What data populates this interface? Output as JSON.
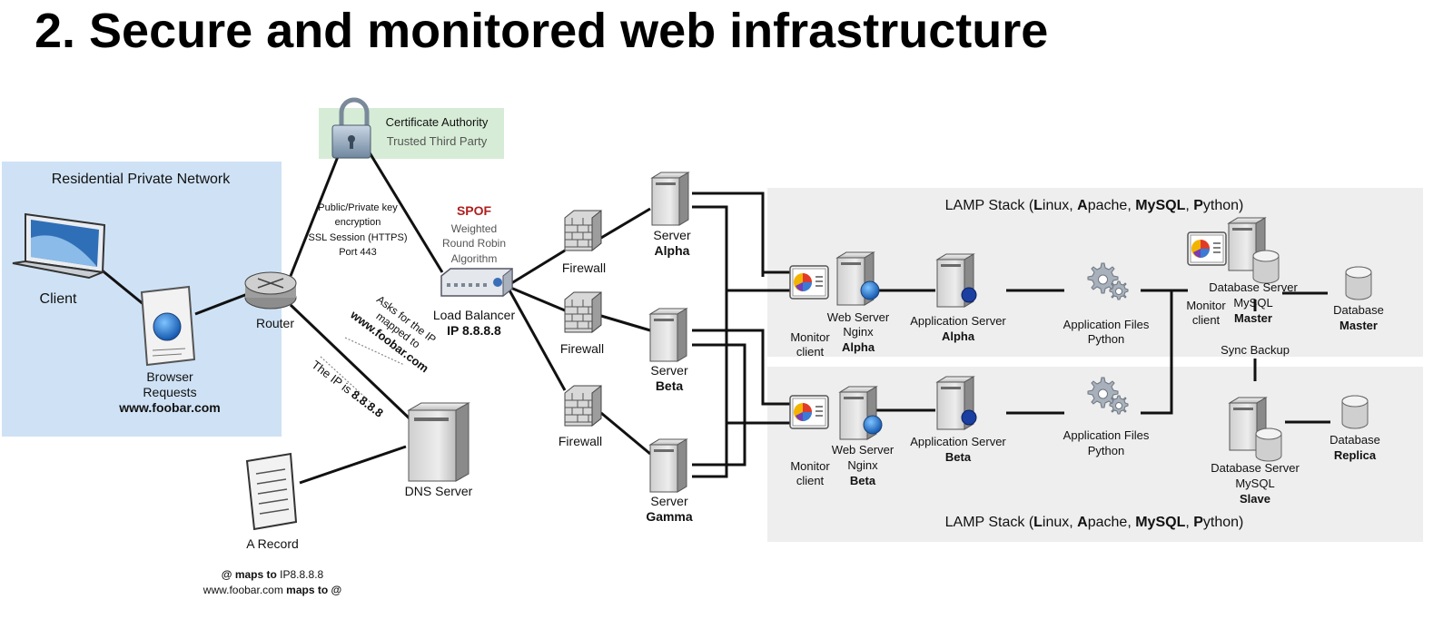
{
  "title": "2. Secure and monitored web infrastructure",
  "residential": {
    "label": "Residential Private Network",
    "client": "Client",
    "browser_line1": "Browser",
    "browser_line2": "Requests",
    "browser_line3": "www.foobar.com"
  },
  "router": "Router",
  "cert": {
    "line1": "Certificate Authority",
    "line2": "Trusted Third Party"
  },
  "ssl": {
    "line1": "Public/Private key",
    "line2": "encryption",
    "line3": "SSL Session (HTTPS)",
    "line4": "Port 443"
  },
  "dns_query": {
    "ask1": "Asks for the IP",
    "ask2": "mapped to",
    "ask3": "www.foobar.com",
    "reply_prefix": "The IP is ",
    "reply_ip": "8.8.8.8"
  },
  "dns_server": "DNS Server",
  "a_record": {
    "label": "A Record",
    "line1_bold": "@ maps to",
    "line1_rest": " IP8.8.8.8",
    "line2_rest": "www.foobar.com ",
    "line2_bold": "maps to @"
  },
  "load_balancer": {
    "spof": "SPOF",
    "algo1": "Weighted",
    "algo2": "Round Robin",
    "algo3": "Algorithm",
    "label": "Load Balancer",
    "ip": "IP 8.8.8.8"
  },
  "firewalls": [
    "Firewall",
    "Firewall",
    "Firewall"
  ],
  "servers": [
    {
      "line1": "Server",
      "line2": "Alpha"
    },
    {
      "line1": "Server",
      "line2": "Beta"
    },
    {
      "line1": "Server",
      "line2": "Gamma"
    }
  ],
  "lamp_top": {
    "prefix": "LAMP Stack (",
    "L": "L",
    "inux": "inux, ",
    "A": "A",
    "pache": "pache, ",
    "My": "MySQL",
    "comma": ", ",
    "P": "P",
    "ython": "ython)"
  },
  "lamp_bottom": {
    "prefix": "LAMP Stack (",
    "L": "L",
    "inux": "inux, ",
    "A": "A",
    "pache": "pache, ",
    "My": "MySQL",
    "comma": ", ",
    "P": "P",
    "ython": "ython)"
  },
  "stack_alpha": {
    "monitor1": "Monitor",
    "monitor2": "client",
    "web1": "Web Server",
    "web2": "Nginx",
    "web3": "Alpha",
    "app1": "Application Server",
    "app2": "Alpha",
    "files1": "Application Files",
    "files2": "Python",
    "mon2_1": "Monitor",
    "mon2_2": "client",
    "db1": "Database Server",
    "db2": "MySQL",
    "db3": "Master",
    "dbfile1": "Database",
    "dbfile2": "Master"
  },
  "stack_beta": {
    "monitor1": "Monitor",
    "monitor2": "client",
    "web1": "Web Server",
    "web2": "Nginx",
    "web3": "Beta",
    "app1": "Application Server",
    "app2": "Beta",
    "files1": "Application Files",
    "files2": "Python",
    "db1": "Database Server",
    "db2": "MySQL",
    "db3": "Slave",
    "dbfile1": "Database",
    "dbfile2": "Replica"
  },
  "sync_backup": "Sync Backup",
  "colors": {
    "residential_bg": "#cfe2f5",
    "cert_bg": "#d6ecd6",
    "lamp_bg": "#eeeeee",
    "spof": "#b01e1e"
  }
}
